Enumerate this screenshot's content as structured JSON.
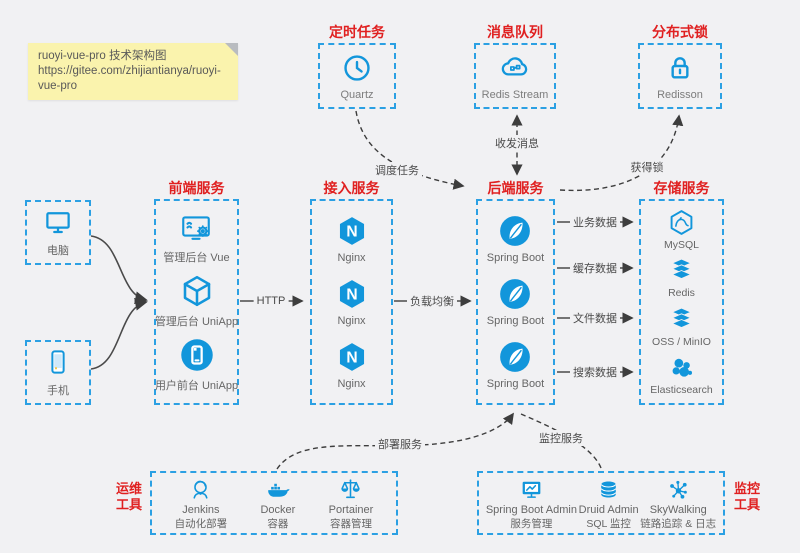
{
  "note": {
    "line1": "ruoyi-vue-pro 技术架构图",
    "line2": "https://gitee.com/zhijiantianya/ruoyi-vue-pro"
  },
  "colors": {
    "background": "#f1f1f3",
    "accent_blue": "#1296db",
    "border_blue": "#2ba0e3",
    "title_red": "#e02020",
    "note_yellow": "#faf3ad"
  },
  "scheduler": {
    "title": "定时任务",
    "label": "Quartz",
    "icon": "clock-icon"
  },
  "mq": {
    "title": "消息队列",
    "label": "Redis Stream",
    "icon": "cloud-stream-icon"
  },
  "lock": {
    "title": "分布式锁",
    "label": "Redisson",
    "icon": "lock-icon"
  },
  "clients": {
    "pc": {
      "label": "电脑",
      "icon": "desktop-icon"
    },
    "mobile": {
      "label": "手机",
      "icon": "phone-icon"
    }
  },
  "frontend": {
    "title": "前端服务",
    "items": [
      {
        "label": "管理后台 Vue",
        "icon": "admin-window-gear-icon"
      },
      {
        "label": "管理后台 UniApp",
        "icon": "cube-icon"
      },
      {
        "label": "用户前台 UniApp",
        "icon": "app-circle-phone-icon"
      }
    ]
  },
  "gateway": {
    "title": "接入服务",
    "items": [
      "Nginx",
      "Nginx",
      "Nginx"
    ]
  },
  "backend": {
    "title": "后端服务",
    "items": [
      "Spring Boot",
      "Spring Boot",
      "Spring Boot"
    ]
  },
  "storage": {
    "title": "存储服务",
    "items": [
      {
        "label": "MySQL",
        "icon": "mysql-icon"
      },
      {
        "label": "Redis",
        "icon": "redis-stack-icon"
      },
      {
        "label": "OSS / MinIO",
        "icon": "storage-stack-icon"
      },
      {
        "label": "Elasticsearch",
        "icon": "elasticsearch-icon"
      }
    ]
  },
  "edges": {
    "http": "HTTP",
    "load_balance": "负载均衡",
    "schedule": "调度任务",
    "message": "收发消息",
    "get_lock": "获得锁",
    "business_data": "业务数据",
    "cache_data": "缓存数据",
    "file_data": "文件数据",
    "search_data": "搜索数据",
    "deploy": "部署服务",
    "monitor": "监控服务"
  },
  "ops": {
    "title_line1": "运维",
    "title_line2": "工具",
    "items": [
      {
        "name": "Jenkins",
        "desc": "自动化部署",
        "icon": "jenkins-icon"
      },
      {
        "name": "Docker",
        "desc": "容器",
        "icon": "docker-icon"
      },
      {
        "name": "Portainer",
        "desc": "容器管理",
        "icon": "scales-icon"
      }
    ]
  },
  "monitoring": {
    "title_line1": "监控",
    "title_line2": "工具",
    "items": [
      {
        "name": "Spring Boot Admin",
        "desc": "服务管理",
        "icon": "monitor-chart-icon"
      },
      {
        "name": "Druid Admin",
        "desc": "SQL 监控",
        "icon": "database-icon"
      },
      {
        "name": "SkyWalking",
        "desc": "链路追踪 & 日志",
        "icon": "topology-icon"
      }
    ]
  }
}
